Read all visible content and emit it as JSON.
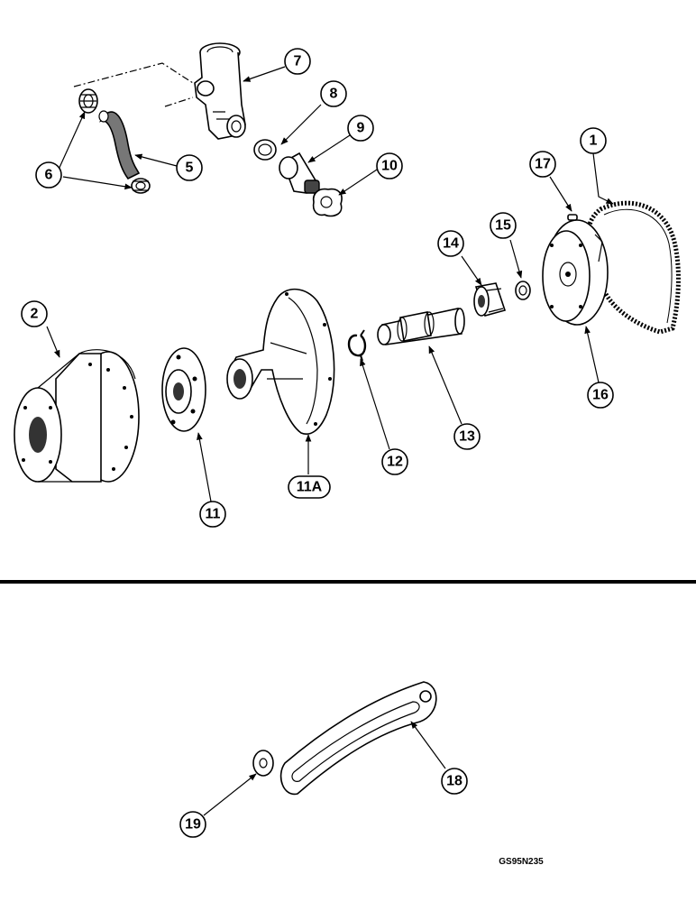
{
  "callouts": {
    "c1": "1",
    "c2": "2",
    "c5": "5",
    "c6": "6",
    "c7": "7",
    "c8": "8",
    "c9": "9",
    "c10": "10",
    "c11": "11",
    "c11a": "11A",
    "c12": "12",
    "c13": "13",
    "c14": "14",
    "c15": "15",
    "c16": "16",
    "c17": "17",
    "c18": "18",
    "c19": "19"
  },
  "drawing_code": "GS95N235"
}
